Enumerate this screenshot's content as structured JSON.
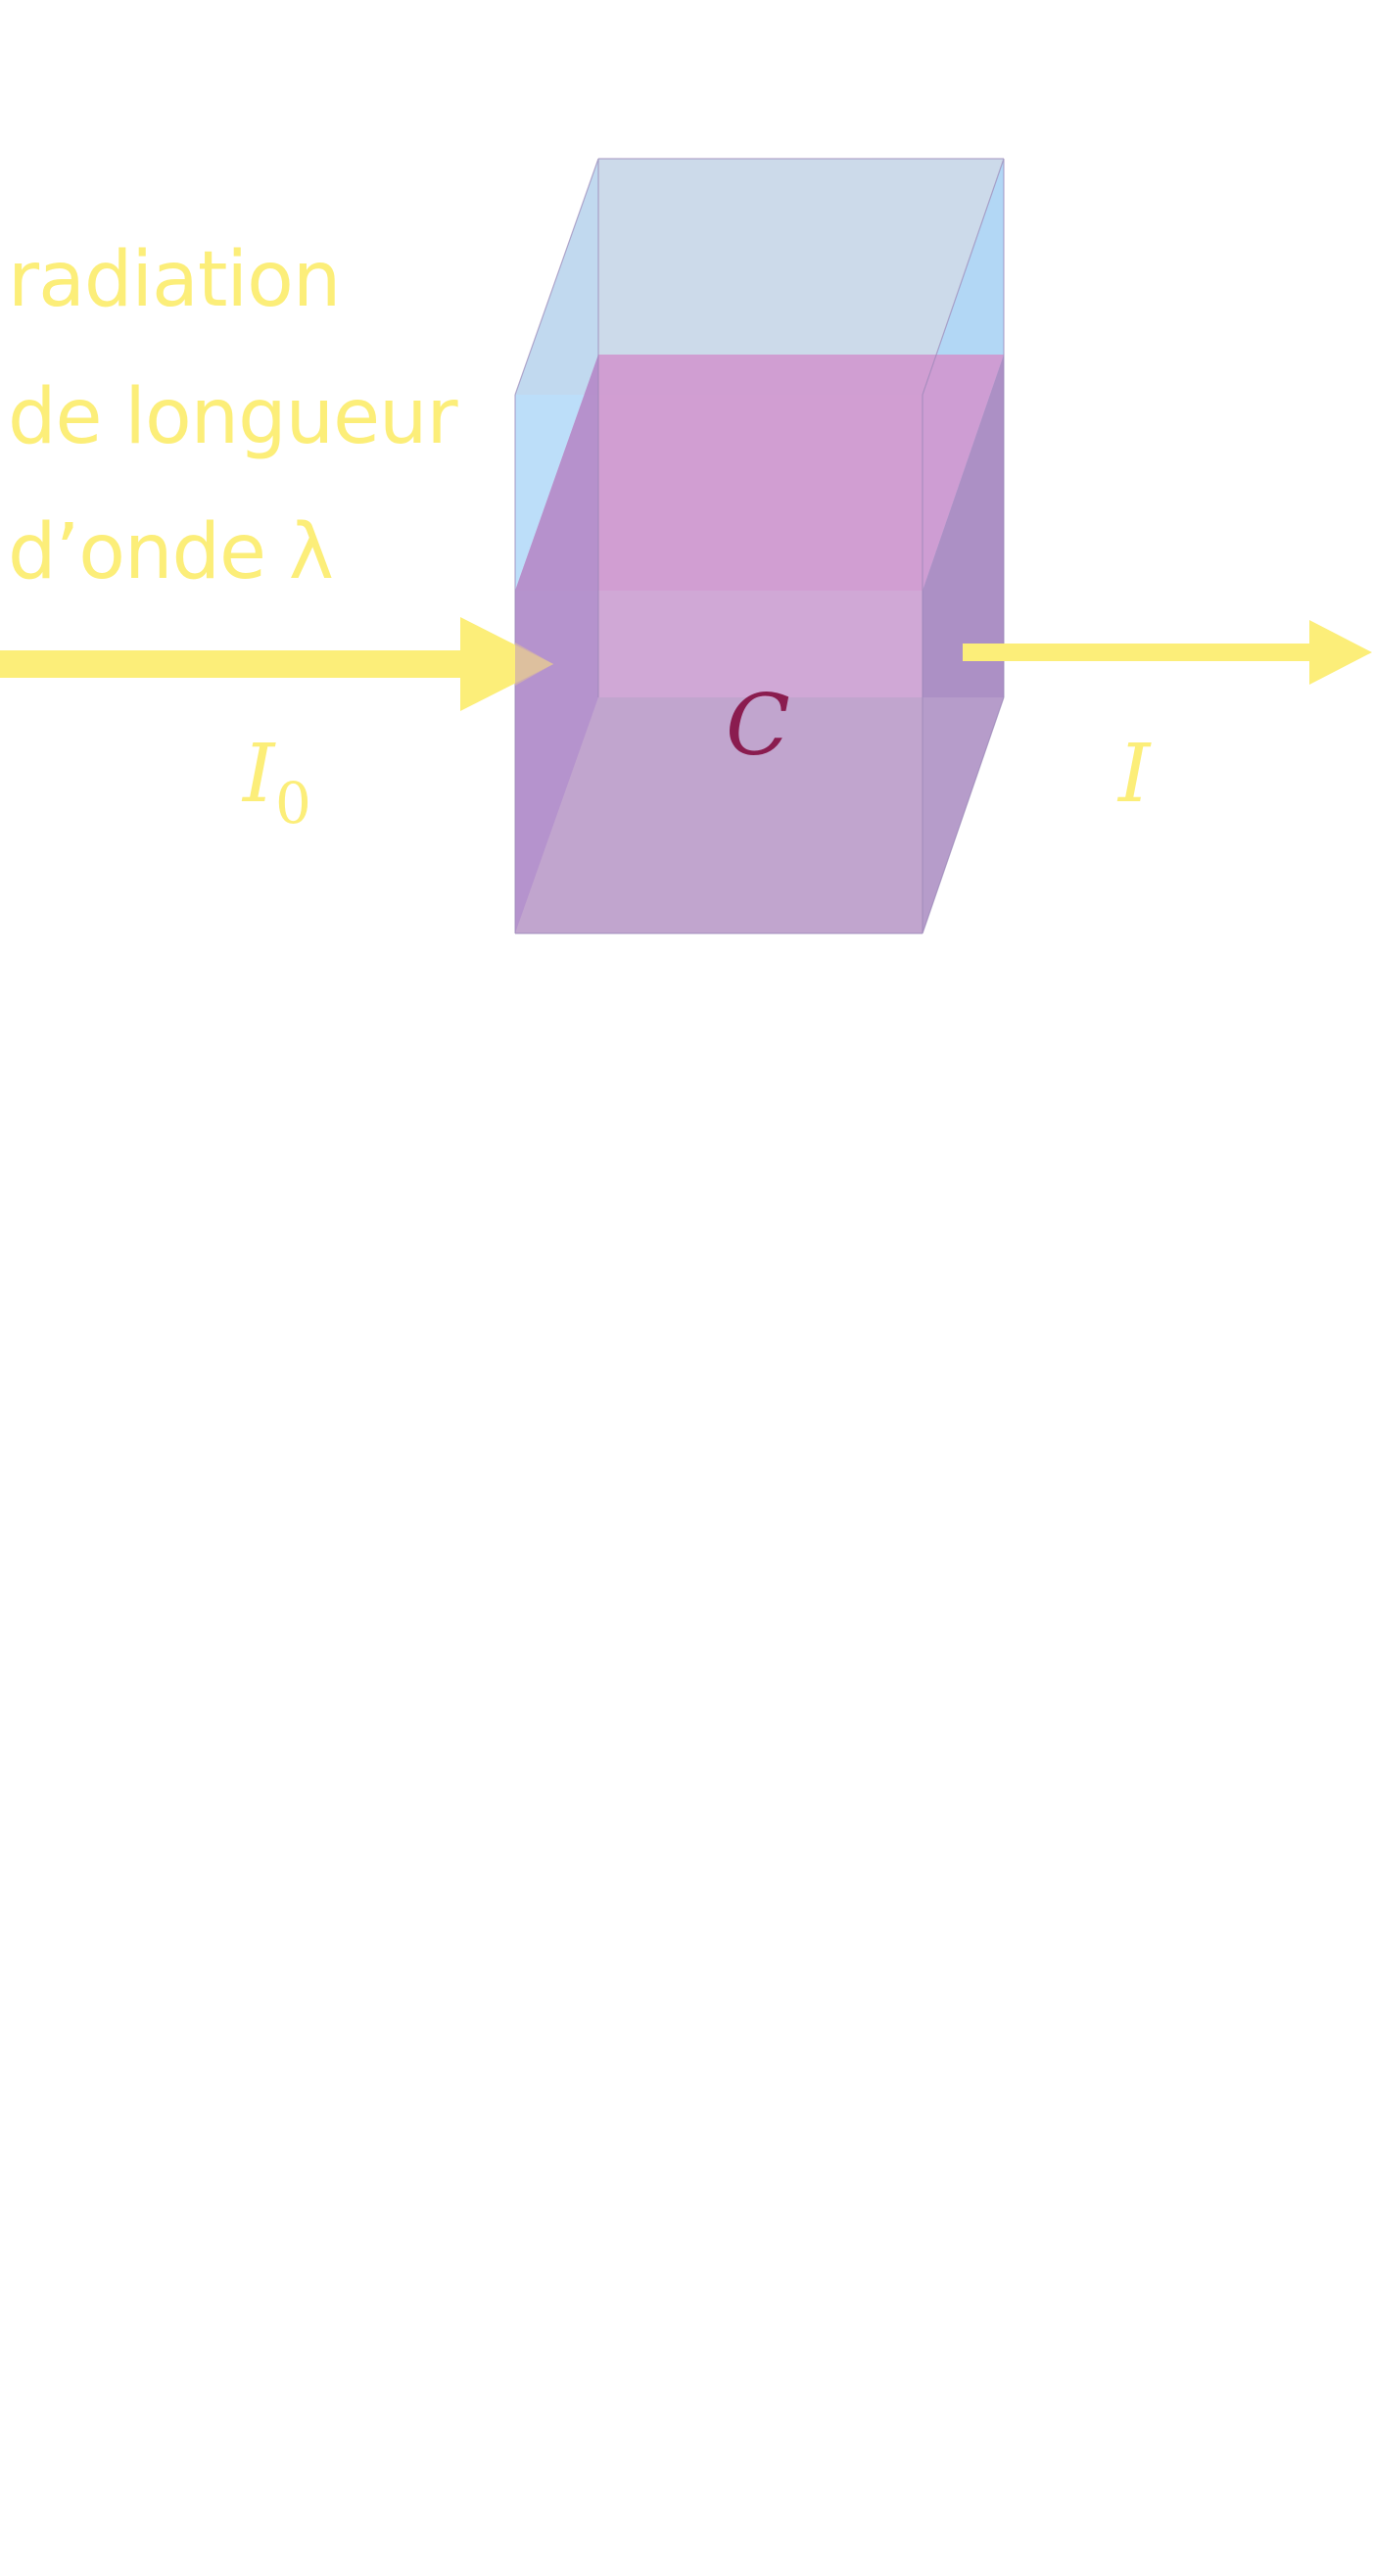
{
  "labels": {
    "radiation_line1": "radiation",
    "radiation_line2": "de longueur",
    "radiation_line3": "d’onde λ",
    "incident_intensity": "I",
    "incident_intensity_subscript": "0",
    "transmitted_intensity": "I",
    "concentration": "C"
  },
  "colors": {
    "radiation": "#fcee79",
    "concentration_label": "#8a1c4f",
    "cuvette_back_face": "#cfdcea",
    "cuvette_side_blue": "#a6d3f7",
    "solution_top": "#d98fc4",
    "solution_front": "#c6a3cf",
    "solution_side": "#a88cc2"
  }
}
